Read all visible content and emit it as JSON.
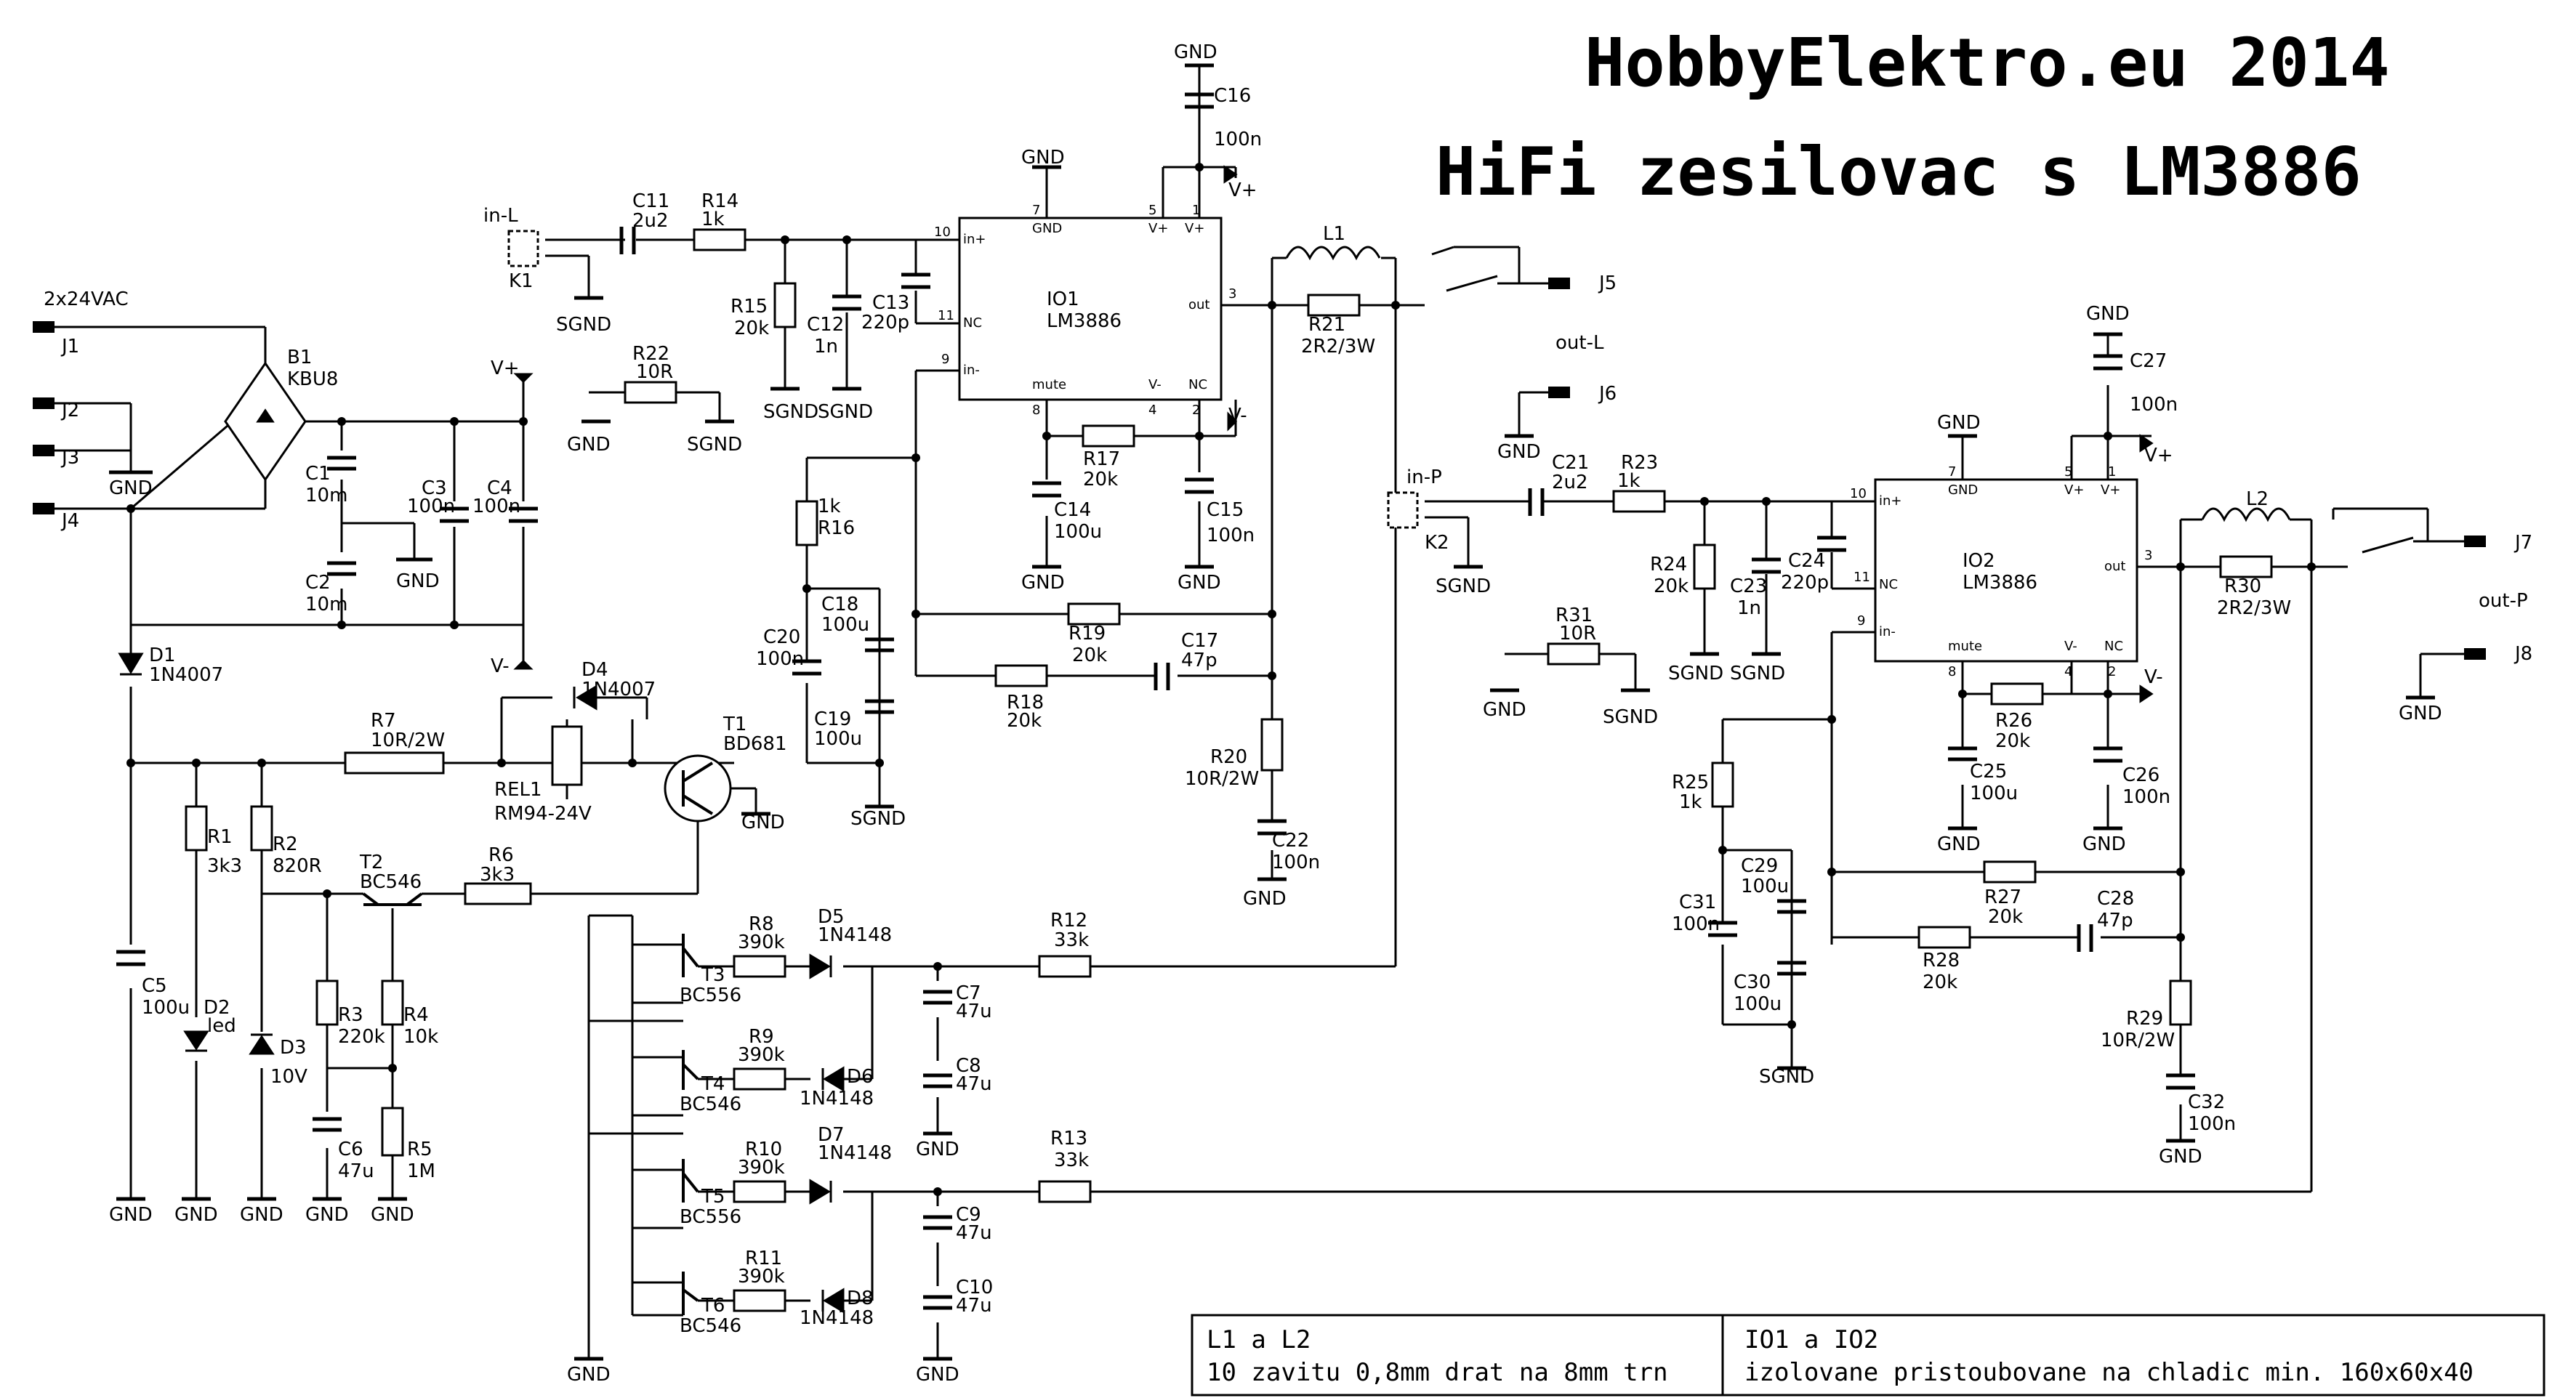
{
  "title": {
    "line1": "HobbyElektro.eu 2014",
    "line2": "HiFi zesilovac s LM3886"
  },
  "supply": {
    "input_label": "2x24VAC",
    "connectors": [
      "J1",
      "J2",
      "J3",
      "J4"
    ],
    "bridge": {
      "ref": "B1",
      "value": "KBU8"
    },
    "C1": {
      "ref": "C1",
      "value": "10m"
    },
    "C2": {
      "ref": "C2",
      "value": "10m"
    },
    "C3": {
      "ref": "C3",
      "value": "100n"
    },
    "C4": {
      "ref": "C4",
      "value": "100n"
    },
    "vplus": "V+",
    "vminus": "V-"
  },
  "protection": {
    "D1": {
      "ref": "D1",
      "value": "1N4007"
    },
    "D4": {
      "ref": "D4",
      "value": "1N4007"
    },
    "R7": {
      "ref": "R7",
      "value": "10R/2W"
    },
    "REL1": {
      "ref": "REL1",
      "value": "RM94-24V"
    },
    "T1": {
      "ref": "T1",
      "value": "BD681"
    },
    "C5": {
      "ref": "C5",
      "value": "100u"
    },
    "R1": {
      "ref": "R1",
      "value": "3k3"
    },
    "D2": {
      "ref": "D2",
      "value": "led"
    },
    "R2": {
      "ref": "R2",
      "value": "820R"
    },
    "D3": {
      "ref": "D3",
      "value": "10V"
    },
    "T2": {
      "ref": "T2",
      "value": "BC546"
    },
    "R6": {
      "ref": "R6",
      "value": "3k3"
    },
    "R3": {
      "ref": "R3",
      "value": "220k"
    },
    "R4": {
      "ref": "R4",
      "value": "10k"
    },
    "C6": {
      "ref": "C6",
      "value": "47u"
    },
    "R5": {
      "ref": "R5",
      "value": "1M"
    },
    "T3": {
      "ref": "T3",
      "value": "BC556"
    },
    "T4": {
      "ref": "T4",
      "value": "BC546"
    },
    "T5": {
      "ref": "T5",
      "value": "BC556"
    },
    "T6": {
      "ref": "T6",
      "value": "BC546"
    },
    "R8": {
      "ref": "R8",
      "value": "390k"
    },
    "R9": {
      "ref": "R9",
      "value": "390k"
    },
    "R10": {
      "ref": "R10",
      "value": "390k"
    },
    "R11": {
      "ref": "R11",
      "value": "390k"
    },
    "D5": {
      "ref": "D5",
      "value": "1N4148"
    },
    "D6": {
      "ref": "D6",
      "value": "1N4148"
    },
    "D7": {
      "ref": "D7",
      "value": "1N4148"
    },
    "D8": {
      "ref": "D8",
      "value": "1N4148"
    },
    "C7": {
      "ref": "C7",
      "value": "47u"
    },
    "C8": {
      "ref": "C8",
      "value": "47u"
    },
    "C9": {
      "ref": "C9",
      "value": "47u"
    },
    "C10": {
      "ref": "C10",
      "value": "47u"
    },
    "R12": {
      "ref": "R12",
      "value": "33k"
    },
    "R13": {
      "ref": "R13",
      "value": "33k"
    }
  },
  "left": {
    "in_label": "in-L",
    "K": "K1",
    "out_label": "out-L",
    "C11": {
      "ref": "C11",
      "value": "2u2"
    },
    "R14": {
      "ref": "R14",
      "value": "1k"
    },
    "R15": {
      "ref": "R15",
      "value": "20k"
    },
    "C12": {
      "ref": "C12",
      "value": "1n"
    },
    "C13": {
      "ref": "C13",
      "value": "220p"
    },
    "R22": {
      "ref": "R22",
      "value": "10R"
    },
    "R16": {
      "ref": "R16",
      "value": "1k"
    },
    "C18": {
      "ref": "C18",
      "value": "100u"
    },
    "C19": {
      "ref": "C19",
      "value": "100u"
    },
    "C20": {
      "ref": "C20",
      "value": "100n"
    },
    "IO1": {
      "ref": "IO1",
      "value": "LM3886"
    },
    "C16": {
      "ref": "C16",
      "value": "100n"
    },
    "R17": {
      "ref": "R17",
      "value": "20k"
    },
    "C14": {
      "ref": "C14",
      "value": "100u"
    },
    "C15": {
      "ref": "C15",
      "value": "100n"
    },
    "R19": {
      "ref": "R19",
      "value": "20k"
    },
    "R18": {
      "ref": "R18",
      "value": "20k"
    },
    "C17": {
      "ref": "C17",
      "value": "47p"
    },
    "L1": {
      "ref": "L1"
    },
    "R21": {
      "ref": "R21",
      "value": "2R2/3W"
    },
    "R20": {
      "ref": "R20",
      "value": "10R/2W"
    },
    "C22": {
      "ref": "C22",
      "value": "100n"
    },
    "J5": "J5",
    "J6": "J6"
  },
  "right": {
    "in_label": "in-P",
    "K": "K2",
    "out_label": "out-P",
    "C21": {
      "ref": "C21",
      "value": "2u2"
    },
    "R23": {
      "ref": "R23",
      "value": "1k"
    },
    "R24": {
      "ref": "R24",
      "value": "20k"
    },
    "C23": {
      "ref": "C23",
      "value": "1n"
    },
    "C24": {
      "ref": "C24",
      "value": "220p"
    },
    "R31": {
      "ref": "R31",
      "value": "10R"
    },
    "R25": {
      "ref": "R25",
      "value": "1k"
    },
    "C29": {
      "ref": "C29",
      "value": "100u"
    },
    "C30": {
      "ref": "C30",
      "value": "100u"
    },
    "C31": {
      "ref": "C31",
      "value": "100n"
    },
    "IO2": {
      "ref": "IO2",
      "value": "LM3886"
    },
    "C27": {
      "ref": "C27",
      "value": "100n"
    },
    "R26": {
      "ref": "R26",
      "value": "20k"
    },
    "C25": {
      "ref": "C25",
      "value": "100u"
    },
    "C26": {
      "ref": "C26",
      "value": "100n"
    },
    "R27": {
      "ref": "R27",
      "value": "20k"
    },
    "R28": {
      "ref": "R28",
      "value": "20k"
    },
    "C28": {
      "ref": "C28",
      "value": "47p"
    },
    "L2": {
      "ref": "L2"
    },
    "R30": {
      "ref": "R30",
      "value": "2R2/3W"
    },
    "R29": {
      "ref": "R29",
      "value": "10R/2W"
    },
    "C32": {
      "ref": "C32",
      "value": "100n"
    },
    "J7": "J7",
    "J8": "J8"
  },
  "ic_pins": {
    "in_plus": "in+",
    "nc": "NC",
    "in_minus": "in-",
    "gnd": "GND",
    "vp": "V+",
    "vm": "V-",
    "mute": "mute",
    "out": "out",
    "p1": "1",
    "p2": "2",
    "p3": "3",
    "p4": "4",
    "p5": "5",
    "p7": "7",
    "p8": "8",
    "p9": "9",
    "p10": "10",
    "p11": "11"
  },
  "ground": {
    "gnd": "GND",
    "sgnd": "SGND"
  },
  "notes": {
    "left_title": "L1 a L2",
    "left_text": "10 zavitu 0,8mm drat na 8mm trn",
    "right_title": "IO1 a IO2",
    "right_text": "izolovane pristoubovane na chladic min. 160x60x40"
  }
}
